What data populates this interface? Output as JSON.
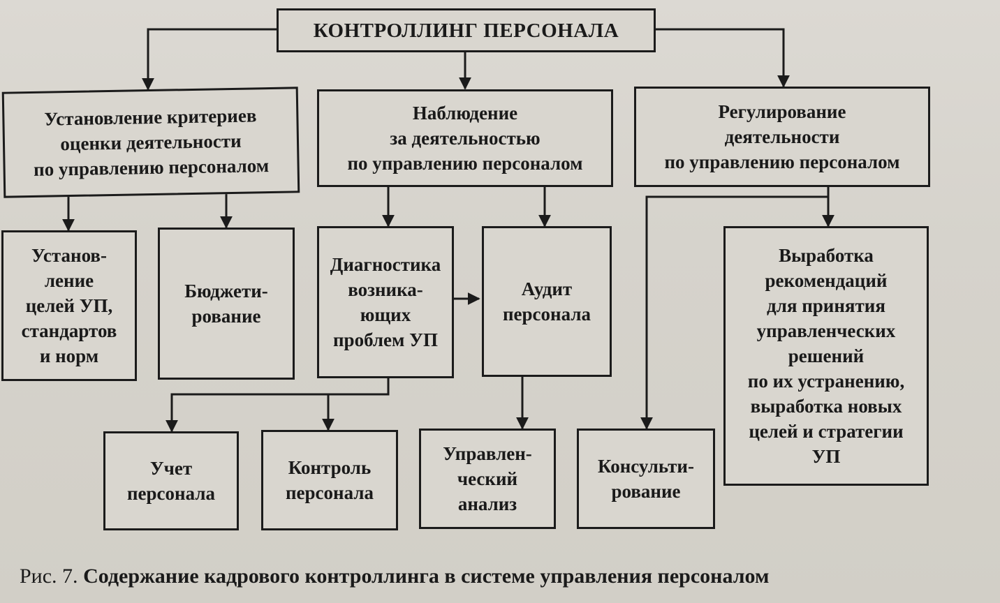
{
  "root": "КОНТРОЛЛИНГ ПЕРСОНАЛА",
  "level1": {
    "criteria": "Установление критериев\nоценки деятельности\nпо управлению персоналом",
    "observation": "Наблюдение\nза деятельностью\nпо управлению персоналом",
    "regulation": "Регулирование\nдеятельности\nпо управлению персоналом"
  },
  "level2": {
    "goals": "Установ-\nление\nцелей УП,\nстандартов\nи норм",
    "budgeting": "Бюджети-\nрование",
    "diagnostics": "Диагностика\nвозника-\nющих\nпроблем УП",
    "audit": "Аудит\nперсонала",
    "recommendations": "Выработка\nрекомендаций\nдля принятия\nуправленческих\nрешений\nпо их устранению,\nвыработка новых\nцелей и стратегии\nУП"
  },
  "level3": {
    "accounting": "Учет\nперсонала",
    "control": "Контроль\nперсонала",
    "analysis": "Управлен-\nческий\nанализ",
    "consulting": "Консульти-\nрование"
  },
  "caption": {
    "label": "Рис. 7.",
    "title": "Содержание кадрового контроллинга в системе управления персоналом"
  }
}
